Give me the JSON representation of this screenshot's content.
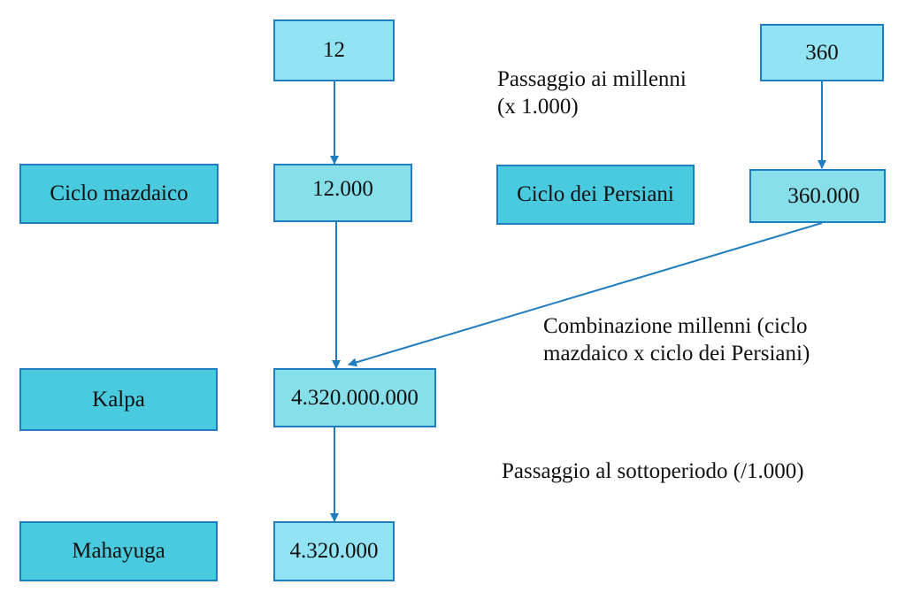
{
  "diagram": {
    "values": {
      "twelve": "12",
      "three_sixty": "360",
      "twelve_thousand": "12.000",
      "three_sixty_thousand": "360.000",
      "kalpa_value": "4.320.000.000",
      "mahayuga_value": "4.320.000"
    },
    "labels": {
      "ciclo_mazdaico": "Ciclo mazdaico",
      "ciclo_persiani": "Ciclo dei Persiani",
      "kalpa": "Kalpa",
      "mahayuga": "Mahayuga"
    },
    "notes": {
      "millenni_line1": "Passaggio ai millenni",
      "millenni_line2": "(x 1.000)",
      "combinazione_line1": "Combinazione millenni (ciclo",
      "combinazione_line2": "mazdaico x ciclo dei Persiani)",
      "sottoperiodo": "Passaggio al sottoperiodo (/1.000)"
    },
    "colors": {
      "label_fill": "#49cadf",
      "value_fill_light": "#92e4f5",
      "value_fill_mid": "#86dfe9",
      "border": "#1f7dc0",
      "arrow": "#1f7dc0"
    }
  }
}
